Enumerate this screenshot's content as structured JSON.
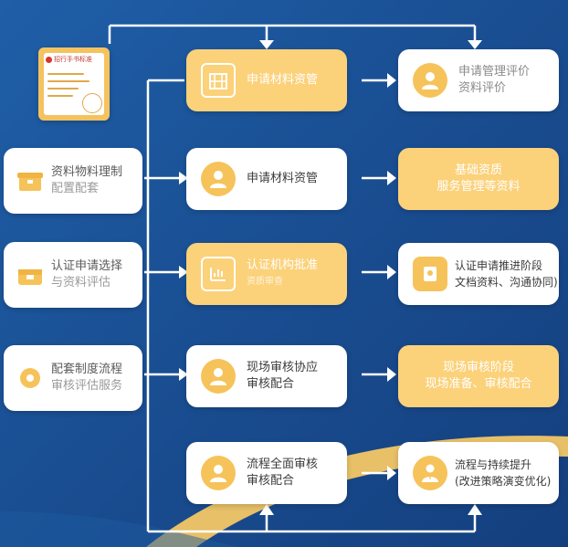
{
  "colors": {
    "bg": "#1a4f93",
    "yellow": "#fbd17a",
    "gold": "#f6c35a",
    "white": "#ffffff",
    "wave": "#f2c766"
  },
  "doc": {
    "header": "招行手书标准",
    "icon": "document-icon"
  },
  "left_column": [
    {
      "icon": "box-icon",
      "lines": [
        "资料物料理制",
        "配置配套"
      ]
    },
    {
      "icon": "chest-icon",
      "lines": [
        "认证申请选择",
        "与资料评估"
      ]
    },
    {
      "icon": "gear-icon",
      "lines": [
        "配套制度流程",
        "审核评估服务"
      ]
    }
  ],
  "middle_column": [
    {
      "style": "yellow",
      "icon": "building-icon",
      "lines": [
        "申请材料资管"
      ]
    },
    {
      "style": "white",
      "icon": "person-icon",
      "lines": [
        "申请材料资管"
      ]
    },
    {
      "style": "yellow",
      "icon": "chart-icon",
      "lines": [
        "认证机构批准",
        "资质审查"
      ]
    },
    {
      "style": "white",
      "icon": "person-icon",
      "lines": [
        "现场审核协应",
        "审核配合"
      ]
    },
    {
      "style": "white",
      "icon": "person-icon",
      "lines": [
        "流程全面审核",
        "审核配合"
      ]
    }
  ],
  "right_column": [
    {
      "style": "white",
      "icon": "person-icon",
      "lines": [
        "申请管理评价",
        "资料评价"
      ]
    },
    {
      "style": "yellow",
      "lines": [
        "基础资质",
        "服务管理等资料"
      ]
    },
    {
      "style": "white",
      "icon": "certificate-icon",
      "lines": [
        "认证申请推进阶段",
        "文档资料、沟通协同)"
      ]
    },
    {
      "style": "yellow",
      "lines": [
        "现场审核阶段",
        "现场准备、审核配合"
      ]
    },
    {
      "style": "white",
      "icon": "manager-icon",
      "lines": [
        "流程与持续提升",
        "(改进策略演变优化)"
      ]
    }
  ]
}
